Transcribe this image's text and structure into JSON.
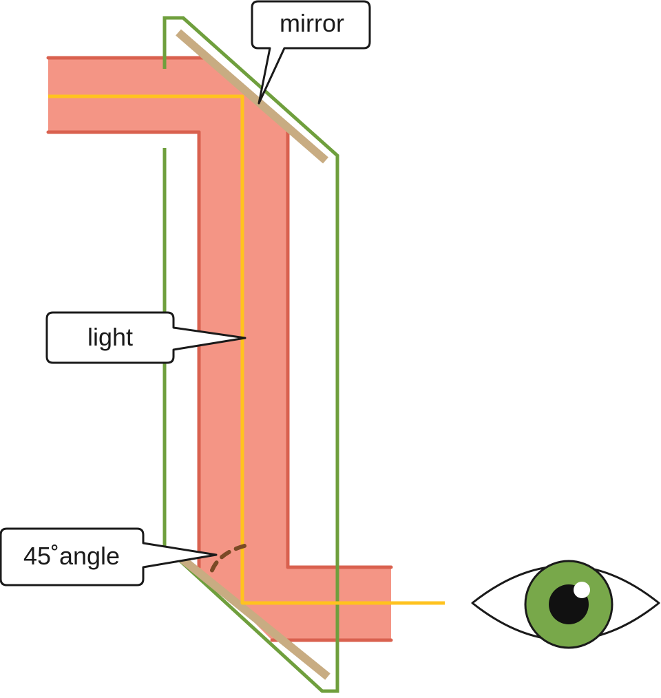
{
  "labels": {
    "mirror": "mirror",
    "light": "light",
    "angle": "45˚angle"
  },
  "colors": {
    "beam_fill": "#f49585",
    "beam_edge": "#d9614f",
    "light_ray": "#ffc31f",
    "mirror": "#c8ac82",
    "periscope_outline": "#6f9f3d",
    "angle_marker": "#7a4a26",
    "iris": "#78a84a",
    "pupil": "#111111",
    "callout_border": "#1a1a1a"
  },
  "icons": {
    "eye": "eye-icon"
  }
}
